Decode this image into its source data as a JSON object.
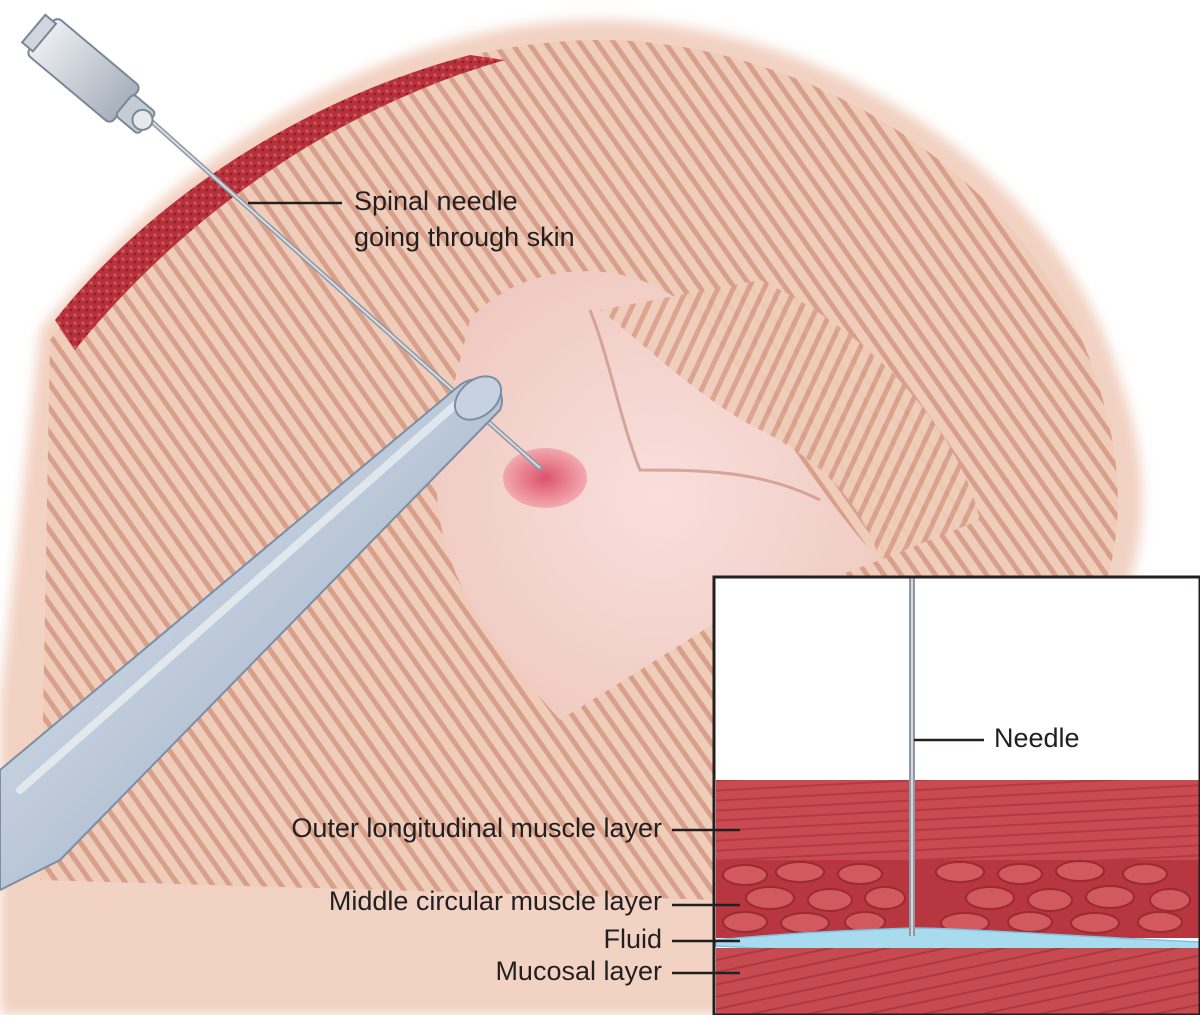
{
  "labels": {
    "spinal_needle_line1": "Spinal needle",
    "spinal_needle_line2": "going through skin",
    "needle": "Needle",
    "outer_layer": "Outer longitudinal muscle layer",
    "middle_layer": "Middle circular muscle layer",
    "fluid": "Fluid",
    "mucosal_layer": "Mucosal layer"
  },
  "colors": {
    "background": "#ffffff",
    "tissue_light": "#f2d2c2",
    "tissue_stripe": "#d9a48e",
    "muscle_red": "#c74a4f",
    "muscle_dark": "#9e2630",
    "fluid_blue": "#a9dbef",
    "instrument_blue": "#b7c6d8",
    "needle_gray": "#9aa3ad",
    "text": "#231f20"
  }
}
